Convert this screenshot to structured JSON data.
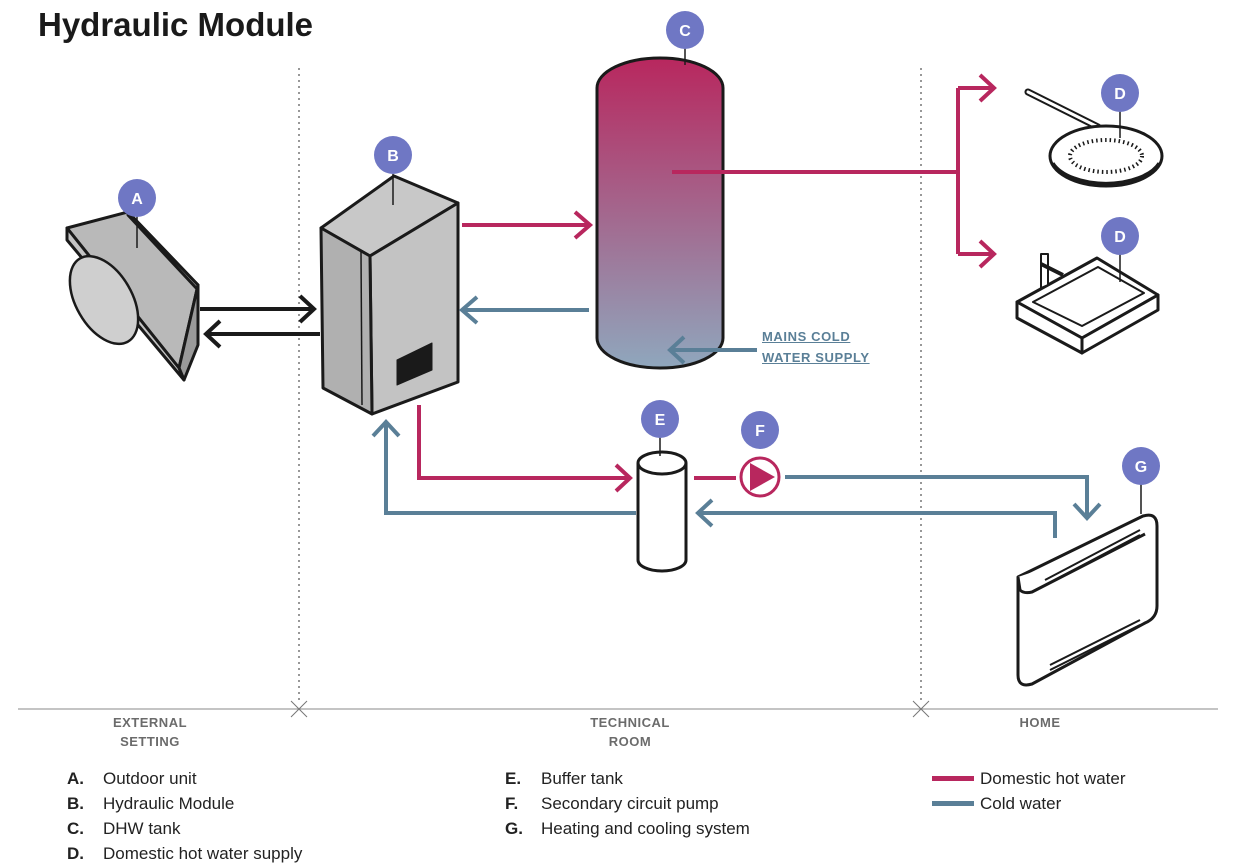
{
  "title": "Hydraulic Module",
  "colors": {
    "hot": "#b8275e",
    "cold": "#5a7f97",
    "badge": "#6f77c4"
  },
  "badges": {
    "a": "A",
    "b": "B",
    "c": "C",
    "d1": "D",
    "d2": "D",
    "e": "E",
    "f": "F",
    "g": "G"
  },
  "mains_supply": {
    "line1": "MAINS COLD",
    "line2": "WATER SUPPLY"
  },
  "zones": {
    "external": {
      "line1": "EXTERNAL",
      "line2": "SETTING"
    },
    "technical": {
      "line1": "TECHNICAL",
      "line2": "ROOM"
    },
    "home": {
      "line1": "HOME"
    }
  },
  "legend": [
    {
      "letter": "A.",
      "text": "Outdoor unit"
    },
    {
      "letter": "B.",
      "text": "Hydraulic Module"
    },
    {
      "letter": "C.",
      "text": "DHW  tank"
    },
    {
      "letter": "D.",
      "text": "Domestic hot water supply"
    },
    {
      "letter": "E.",
      "text": "Buffer tank"
    },
    {
      "letter": "F.",
      "text": "Secondary circuit pump"
    },
    {
      "letter": "G.",
      "text": "Heating and cooling system"
    }
  ],
  "key": {
    "hot": "Domestic hot water",
    "cold": "Cold water"
  }
}
